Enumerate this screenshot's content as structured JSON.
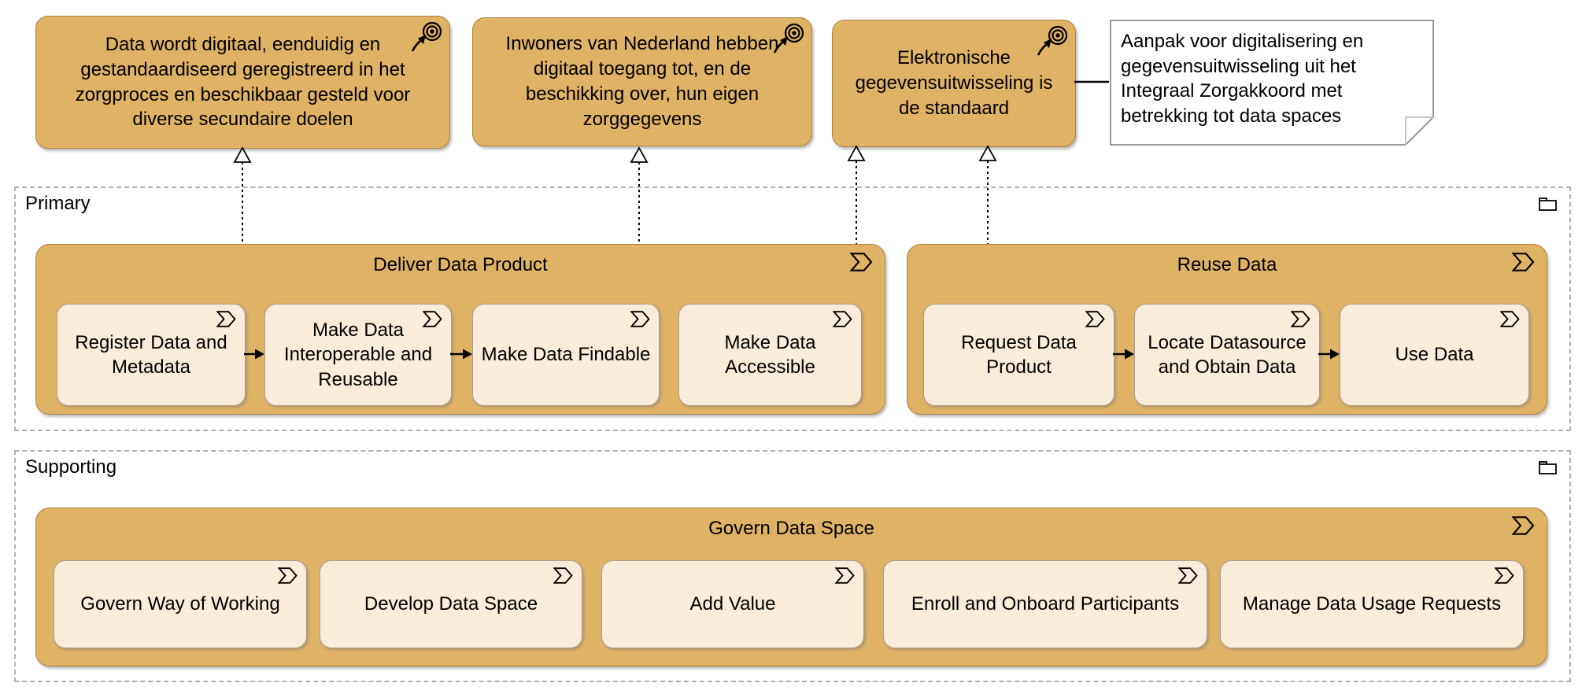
{
  "diagram": {
    "goals": [
      {
        "label": "Data wordt digitaal, eenduidig en gestandaardiseerd geregistreerd in het zorgproces en beschikbaar gesteld voor diverse secundaire doelen"
      },
      {
        "label": "Inwoners van Nederland hebben digitaal toegang tot, en de beschikking over, hun eigen zorggegevens"
      },
      {
        "label": "Elektronische gegevensuitwisseling is de standaard"
      }
    ],
    "note": {
      "text": "Aanpak voor digitalisering en gegevensuitwisseling uit het Integraal Zorgakkoord met betrekking tot data spaces"
    },
    "primary": {
      "label": "Primary",
      "deliver": {
        "title": "Deliver Data Product",
        "children": [
          {
            "label": "Register Data and Metadata"
          },
          {
            "label": "Make Data Interoperable and Reusable"
          },
          {
            "label": "Make Data Findable"
          },
          {
            "label": "Make Data Accessible"
          }
        ]
      },
      "reuse": {
        "title": "Reuse Data",
        "children": [
          {
            "label": "Request Data Product"
          },
          {
            "label": "Locate Datasource and Obtain Data"
          },
          {
            "label": "Use Data"
          }
        ]
      }
    },
    "supporting": {
      "label": "Supporting",
      "govern": {
        "title": "Govern Data Space",
        "children": [
          {
            "label": "Govern Way of Working"
          },
          {
            "label": "Develop Data Space"
          },
          {
            "label": "Add Value"
          },
          {
            "label": "Enroll and Onboard Participants"
          },
          {
            "label": "Manage Data Usage Requests"
          }
        ]
      }
    },
    "icons": {
      "outcome": "target-with-arrow",
      "process": "chevron-arrow",
      "grouping": "folder"
    },
    "colors": {
      "element_fill": "#dfb266",
      "element_border": "#ab853c",
      "subprocess_fill": "#f9ecda",
      "subprocess_border": "#a89d90",
      "group_border": "#b0b0b0",
      "note_border": "#999999",
      "text": "#000000"
    }
  }
}
